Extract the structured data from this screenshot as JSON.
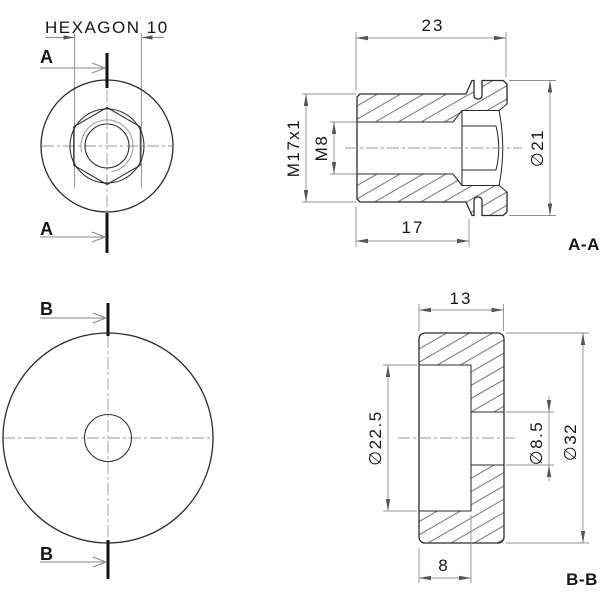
{
  "background": "#ffffff",
  "colors": {
    "outline": "#2b2b2b",
    "dimension_lines": "#909090",
    "centerline": "#9a9a9a",
    "hatch": "#4d4d4d",
    "text": "#161616"
  },
  "views": {
    "front_top": {
      "title": "HEXAGON 10",
      "section_letter": "A"
    },
    "section_aa": {
      "label": "A-A",
      "dim_overall_length": "23",
      "dim_thread_length": "17",
      "dim_external_thread": "M17x1",
      "dim_internal_thread": "M8",
      "dim_flange_diameter": "∅21"
    },
    "front_bottom": {
      "section_letter": "B"
    },
    "section_bb": {
      "label": "B-B",
      "dim_width": "13",
      "dim_counterbore_depth": "8",
      "dim_counterbore_diameter": "∅22.5",
      "dim_hole_diameter": "∅8.5",
      "dim_outer_diameter": "∅32"
    }
  }
}
